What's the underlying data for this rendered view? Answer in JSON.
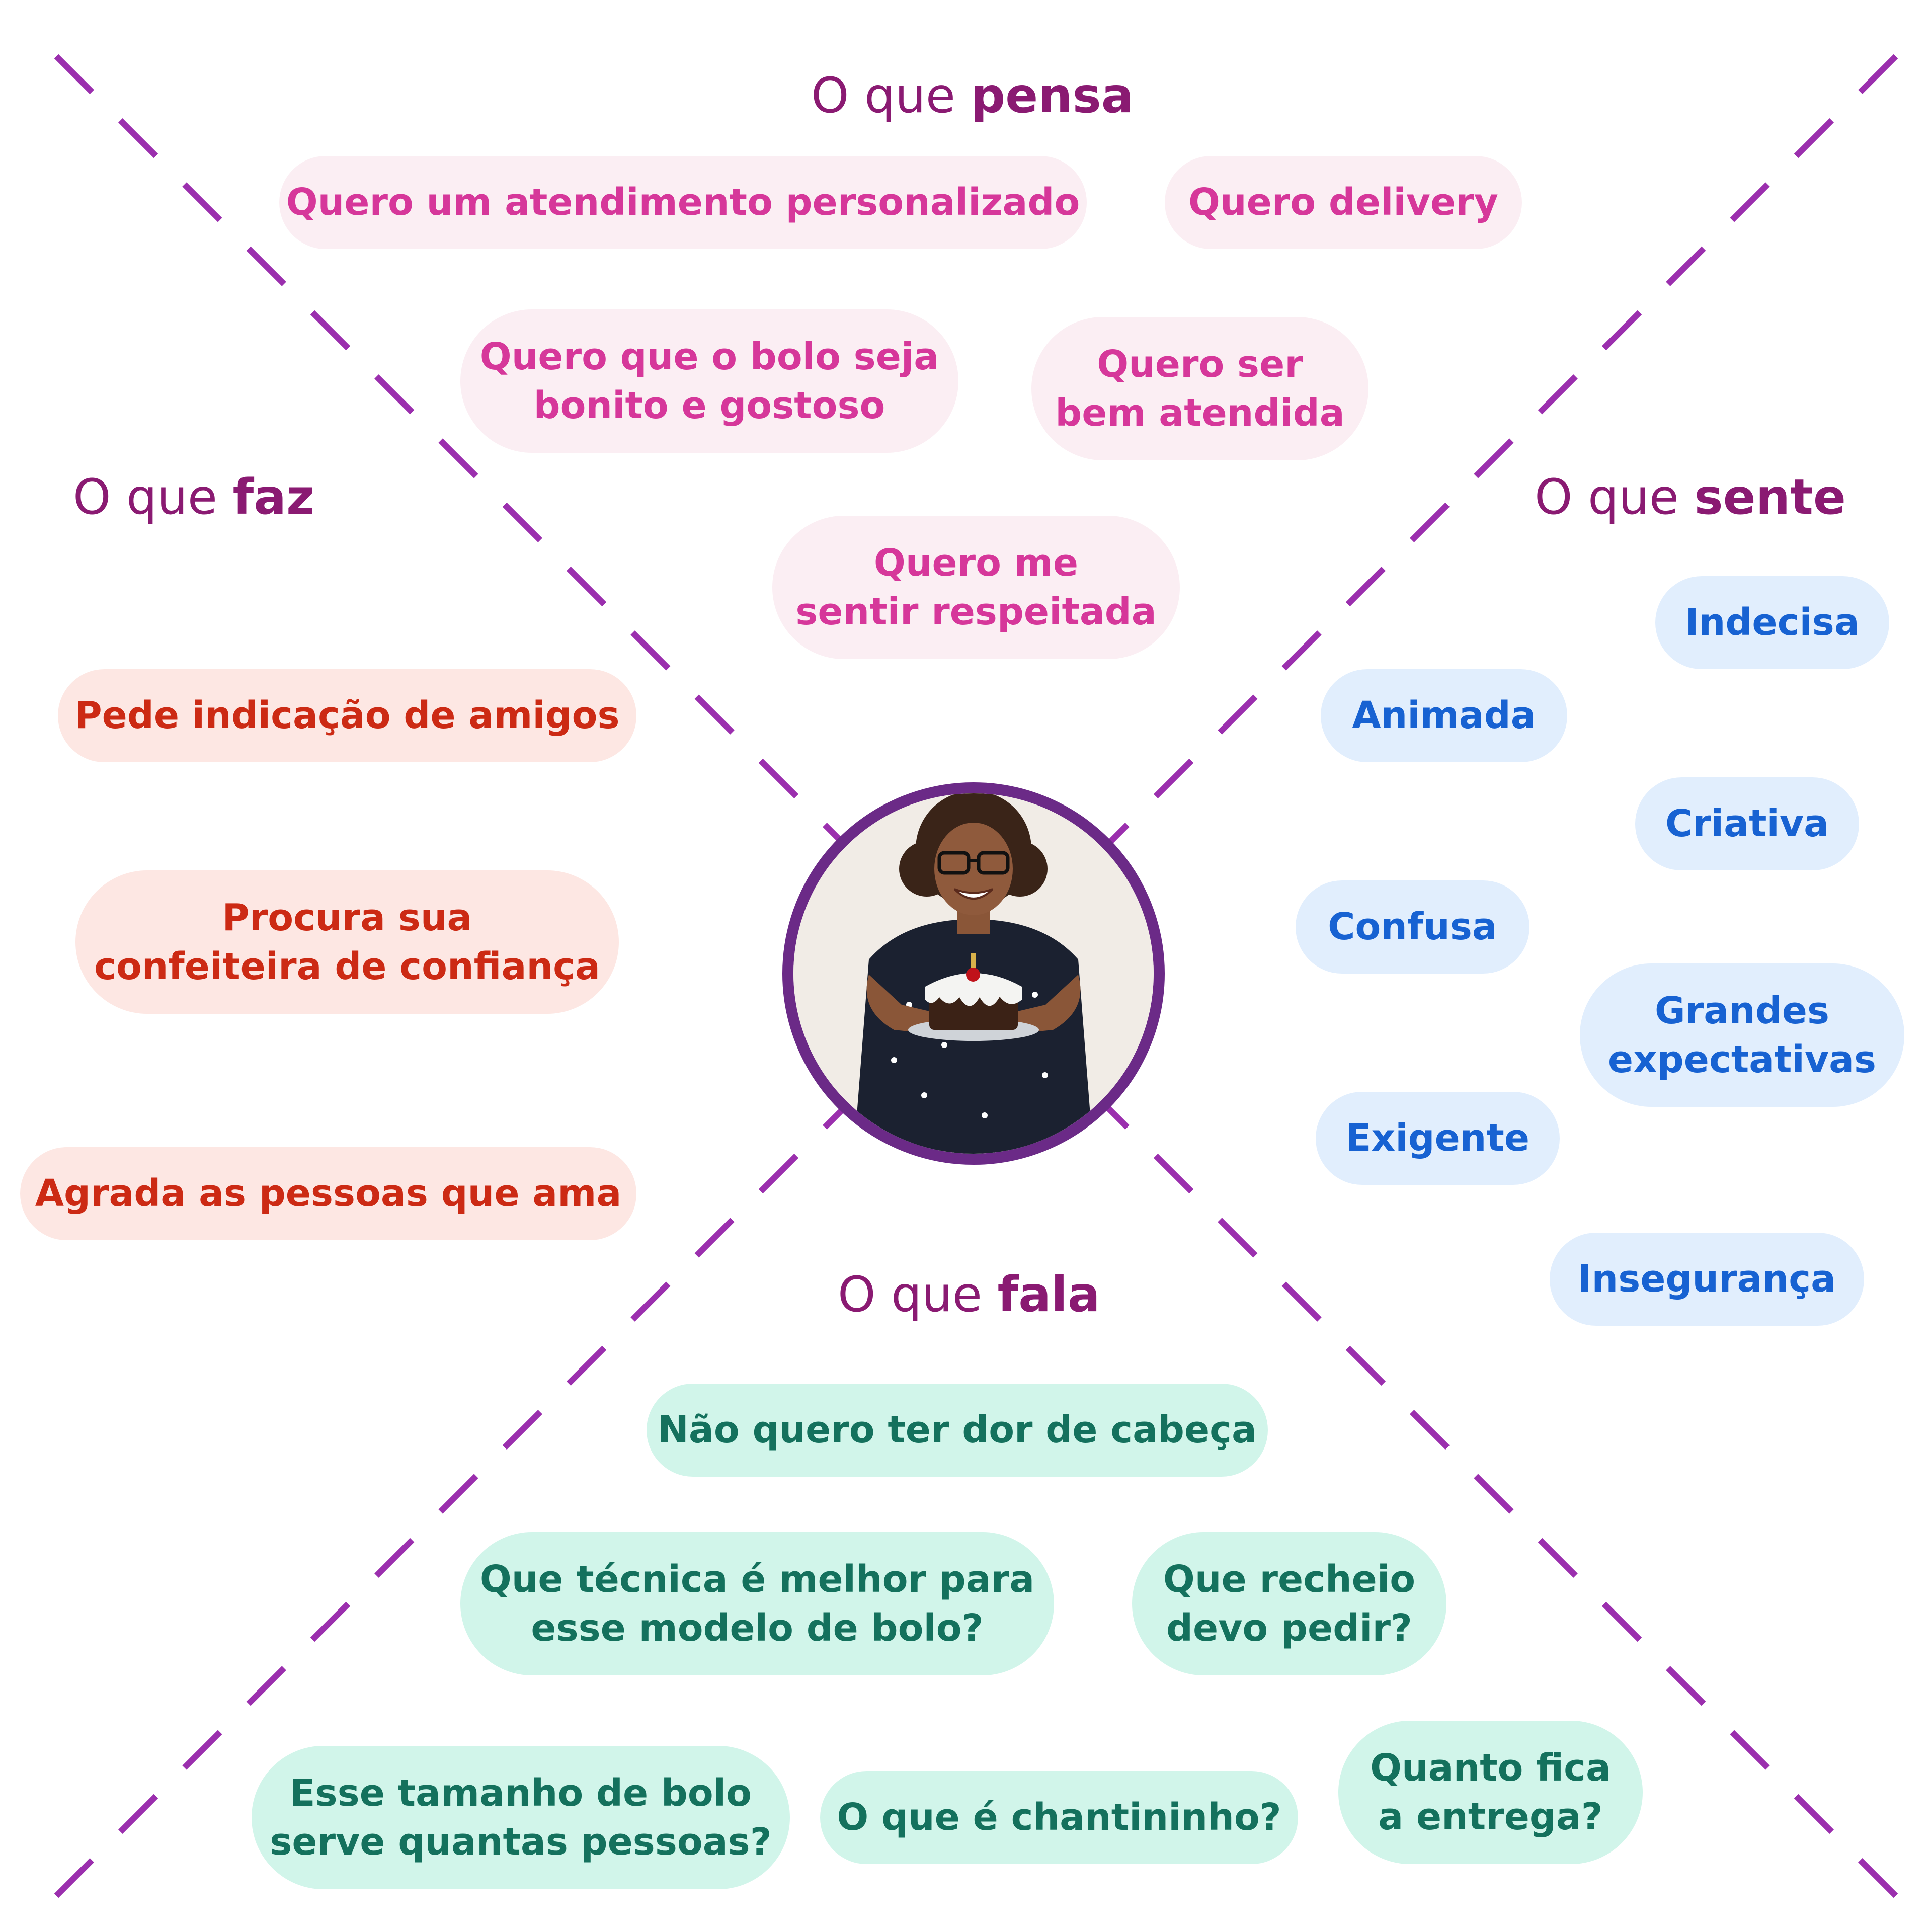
{
  "colors": {
    "heading": "#8a1a72",
    "diagonal": "#9b2fae",
    "persona_ring": "#6b2a87",
    "think_bg": "#fbeef3",
    "think_text": "#d6379a",
    "do_bg": "#fde7e3",
    "do_text": "#cc2a14",
    "feel_bg": "#e1eefd",
    "feel_text": "#1762d2",
    "say_bg": "#d1f5ea",
    "say_text": "#14715d"
  },
  "persona": {
    "image": "woman-holding-cake-photo"
  },
  "sections": {
    "pensa": {
      "prefix": "O que",
      "word": "pensa",
      "items": [
        "Quero um atendimento personalizado",
        "Quero delivery",
        "Quero que o bolo seja\nbonito e gostoso",
        "Quero ser\nbem atendida",
        "Quero me\nsentir respeitada"
      ]
    },
    "faz": {
      "prefix": "O que",
      "word": "faz",
      "items": [
        "Pede indicação de amigos",
        "Procura sua\nconfeiteira de confiança",
        "Agrada as pessoas que ama"
      ]
    },
    "sente": {
      "prefix": "O que",
      "word": "sente",
      "items": [
        "Indecisa",
        "Animada",
        "Criativa",
        "Confusa",
        "Grandes\nexpectativas",
        "Exigente",
        "Insegurança"
      ]
    },
    "fala": {
      "prefix": "O que",
      "word": "fala",
      "items": [
        "Não quero ter dor de cabeça",
        "Que técnica é melhor para\nesse modelo de bolo?",
        "Que recheio\ndevo pedir?",
        "Esse tamanho de bolo\nserve quantas pessoas?",
        "O que é chantininho?",
        "Quanto fica\na entrega?"
      ]
    }
  }
}
